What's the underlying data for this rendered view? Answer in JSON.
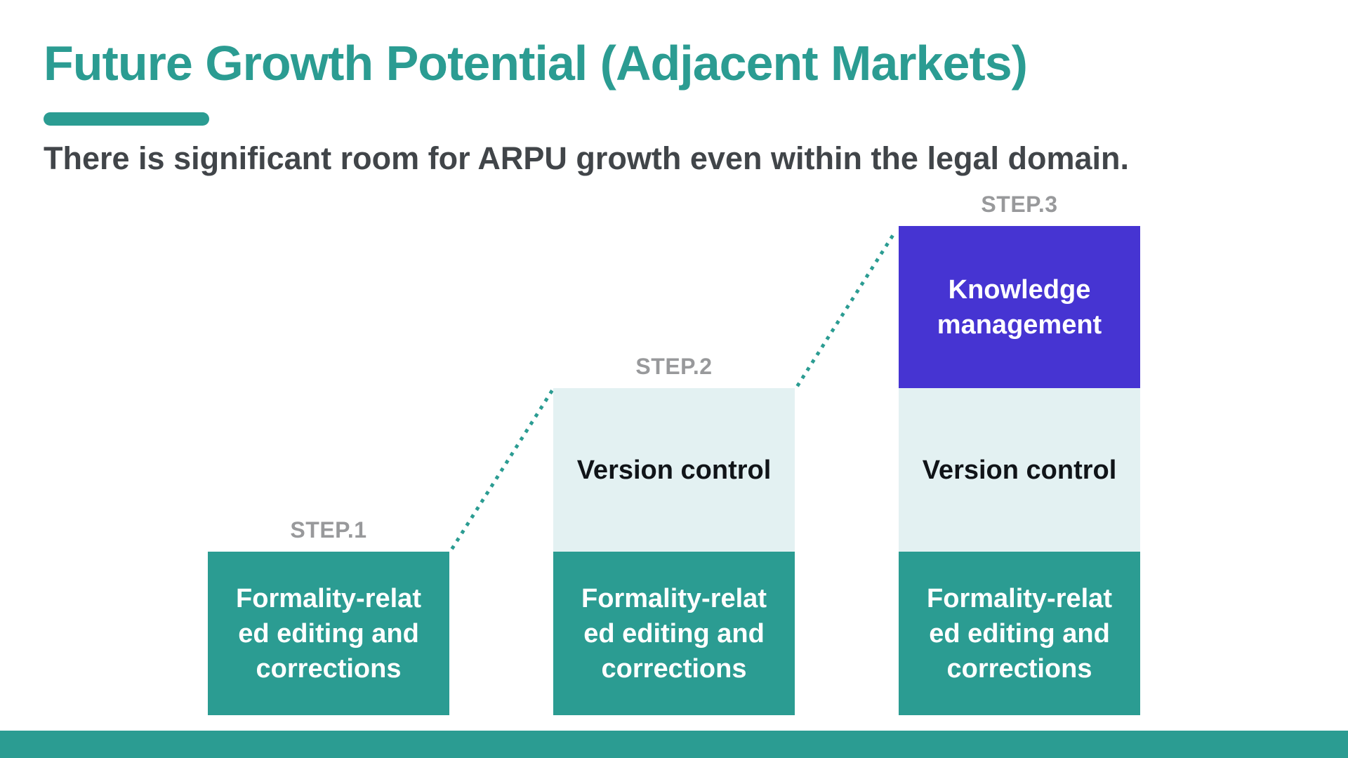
{
  "header": {
    "title": "Future Growth Potential (Adjacent Markets)",
    "subtitle": "There is significant room for ARPU growth even within the legal domain."
  },
  "steps": [
    {
      "label": "STEP.1",
      "layers": [
        {
          "name": "formality-editing",
          "text": "Formality-relat\ned editing and\ncorrections"
        }
      ]
    },
    {
      "label": "STEP.2",
      "layers": [
        {
          "name": "version-control",
          "text": "Version control"
        },
        {
          "name": "formality-editing",
          "text": "Formality-relat\ned editing and\ncorrections"
        }
      ]
    },
    {
      "label": "STEP.3",
      "layers": [
        {
          "name": "knowledge-management",
          "text": "Knowledge\nmanagement"
        },
        {
          "name": "version-control",
          "text": "Version control"
        },
        {
          "name": "formality-editing",
          "text": "Formality-relat\ned editing and\ncorrections"
        }
      ]
    }
  ],
  "colors": {
    "teal": "#2b9c92",
    "light_cyan": "#e3f1f2",
    "purple": "#4634d2",
    "label_gray": "#98999b",
    "subtitle_gray": "#414549"
  }
}
